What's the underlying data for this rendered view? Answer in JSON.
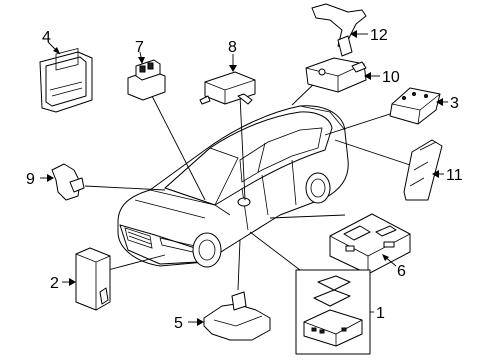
{
  "diagram": {
    "callouts": [
      {
        "id": 1,
        "label": "1"
      },
      {
        "id": 2,
        "label": "2"
      },
      {
        "id": 3,
        "label": "3"
      },
      {
        "id": 4,
        "label": "4"
      },
      {
        "id": 5,
        "label": "5"
      },
      {
        "id": 6,
        "label": "6"
      },
      {
        "id": 7,
        "label": "7"
      },
      {
        "id": 8,
        "label": "8"
      },
      {
        "id": 9,
        "label": "9"
      },
      {
        "id": 10,
        "label": "10"
      },
      {
        "id": 11,
        "label": "11"
      },
      {
        "id": 12,
        "label": "12"
      }
    ]
  }
}
